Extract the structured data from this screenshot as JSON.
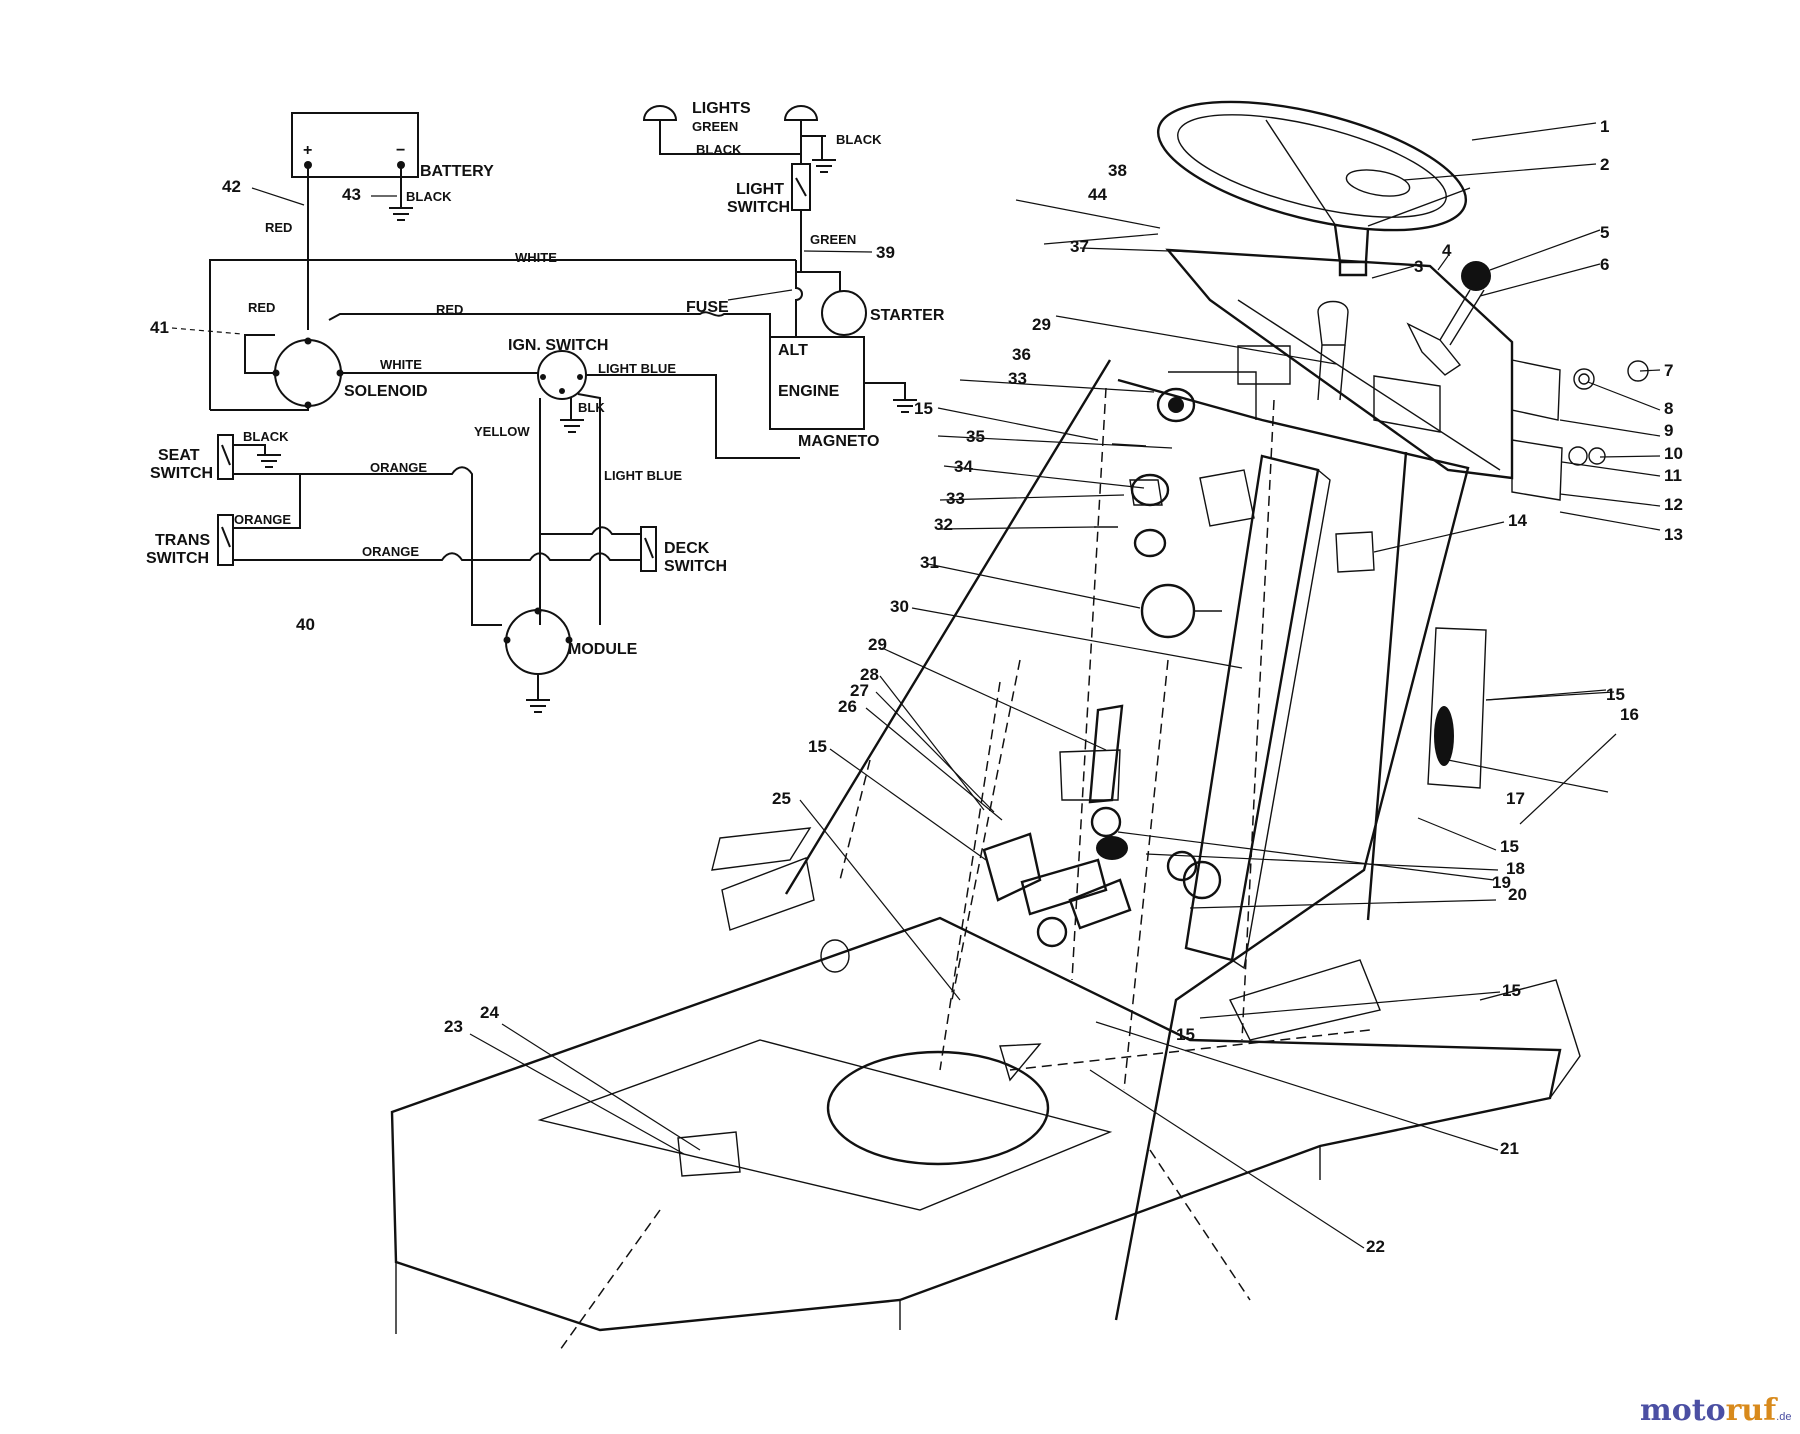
{
  "schematic": {
    "components": {
      "battery": "BATTERY",
      "battery_pos": "+",
      "battery_neg": "−",
      "lights": "LIGHTS",
      "light_switch_1": "LIGHT",
      "light_switch_2": "SWITCH",
      "fuse": "FUSE",
      "starter": "STARTER",
      "alt": "ALT",
      "engine": "ENGINE",
      "magneto": "MAGNETO",
      "solenoid": "SOLENOID",
      "ign_switch": "IGN. SWITCH",
      "seat_switch_1": "SEAT",
      "seat_switch_2": "SWITCH",
      "trans_switch_1": "TRANS",
      "trans_switch_2": "SWITCH",
      "deck_switch_1": "DECK",
      "deck_switch_2": "SWITCH",
      "module": "MODULE"
    },
    "wires": {
      "green_top": "GREEN",
      "black_top": "BLACK",
      "black_lights_gnd": "BLACK",
      "black_battery": "BLACK",
      "red_battery": "RED",
      "white_main": "WHITE",
      "green_light": "GREEN",
      "red_solenoid": "RED",
      "red_fuse": "RED",
      "white_solenoid": "WHITE",
      "light_blue_top": "LIGHT BLUE",
      "blk": "BLK",
      "yellow": "YELLOW",
      "light_blue": "LIGHT BLUE",
      "black_seat": "BLACK",
      "orange_seat": "ORANGE",
      "orange_trans_top": "ORANGE",
      "orange_trans": "ORANGE"
    },
    "refs": {
      "r42": "42",
      "r43": "43",
      "r39": "39",
      "r41": "41",
      "r40": "40"
    }
  },
  "parts": [
    "1",
    "2",
    "3",
    "4",
    "5",
    "6",
    "7",
    "8",
    "9",
    "10",
    "11",
    "12",
    "13",
    "14",
    "15",
    "15",
    "15",
    "15",
    "15",
    "15",
    "16",
    "17",
    "18",
    "19",
    "20",
    "21",
    "22",
    "23",
    "24",
    "25",
    "26",
    "27",
    "28",
    "29",
    "29",
    "30",
    "31",
    "32",
    "33",
    "33",
    "34",
    "35",
    "36",
    "37",
    "38",
    "44"
  ],
  "watermark": {
    "part_a": "moto",
    "part_b": "ruf",
    "suffix": ".de"
  }
}
